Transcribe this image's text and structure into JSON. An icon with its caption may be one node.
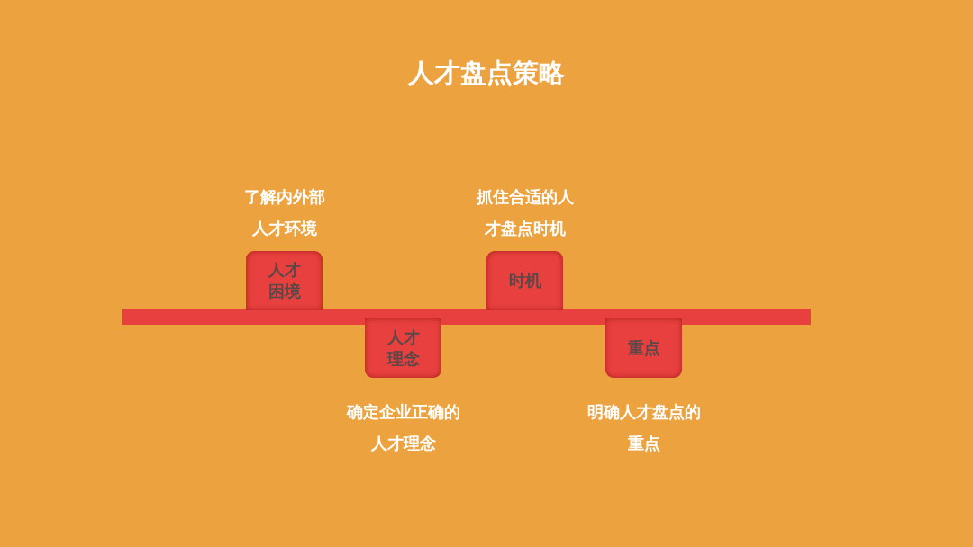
{
  "diagram": {
    "title": "人才盘点策略",
    "nodes": [
      {
        "text": [],
        "shape": "bar"
      },
      {
        "text": [
          "人才困境"
        ],
        "beside": [
          "了解内外部人才环境"
        ]
      },
      {
        "text": [
          "人才理念"
        ],
        "beside": [
          "确定企业正确的人才理念"
        ]
      },
      {
        "text": [
          "时机"
        ],
        "beside": [
          "抓住合适的人才盘点时机"
        ]
      },
      {
        "text": [
          "重点"
        ],
        "beside": [
          "明确人才盘点的重点"
        ]
      }
    ],
    "edges": []
  }
}
